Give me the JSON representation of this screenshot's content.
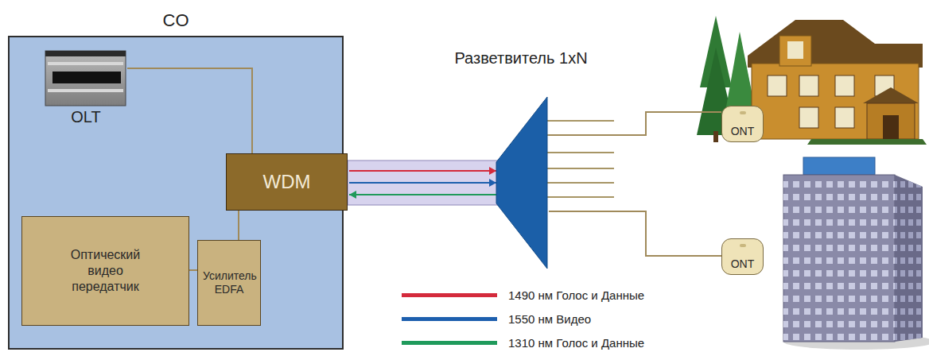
{
  "diagram": {
    "nodes": [
      {
        "text": [
          "CO"
        ]
      },
      {
        "text": [
          "OLT"
        ],
        "in": 0
      },
      {
        "text": [
          "WDM"
        ],
        "in": 0
      },
      {
        "text": [
          "Оптический видео передатчик"
        ],
        "in": 0
      },
      {
        "text": [
          "Усилитель EDFA"
        ],
        "in": 0
      },
      {
        "text": [
          "Разветвитель 1xN"
        ]
      },
      {
        "text": [
          "ONT"
        ]
      },
      {
        "text": [
          "ONT"
        ]
      }
    ],
    "edges": [
      {
        "from": 1,
        "to": 2,
        "arrow": "none"
      },
      {
        "from": 3,
        "to": 4,
        "arrow": "none"
      },
      {
        "from": 4,
        "to": 2,
        "arrow": "none"
      },
      {
        "from": 2,
        "to": 5,
        "arrow": "both"
      },
      {
        "from": 5,
        "to": 6,
        "arrow": "none"
      },
      {
        "from": 5,
        "to": 7,
        "arrow": "none"
      }
    ],
    "legend": [
      {
        "text": "1490 нм Голос и Данные",
        "color": "#d42a3c"
      },
      {
        "text": "1550 нм Видео",
        "color": "#1d5fae"
      },
      {
        "text": "1310 нм Голос и Данные",
        "color": "#1f9a5b"
      }
    ]
  }
}
